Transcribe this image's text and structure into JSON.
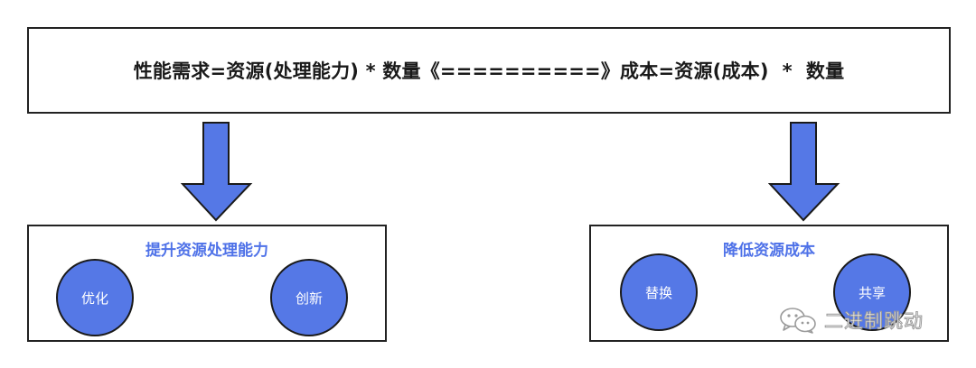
{
  "formula": {
    "text": "性能需求=资源(处理能力) * 数量《==========》成本=资源(成本)  *  数量"
  },
  "left_panel": {
    "title": "提升资源处理能力",
    "circles": [
      "优化",
      "创新"
    ]
  },
  "right_panel": {
    "title": "降低资源成本",
    "circles": [
      "替换",
      "共享"
    ]
  },
  "watermark": {
    "text": "二进制跳动",
    "icon": "wechat-icon"
  },
  "colors": {
    "accent": "#5578e6",
    "title_text": "#4f72e8",
    "border": "#222222"
  }
}
